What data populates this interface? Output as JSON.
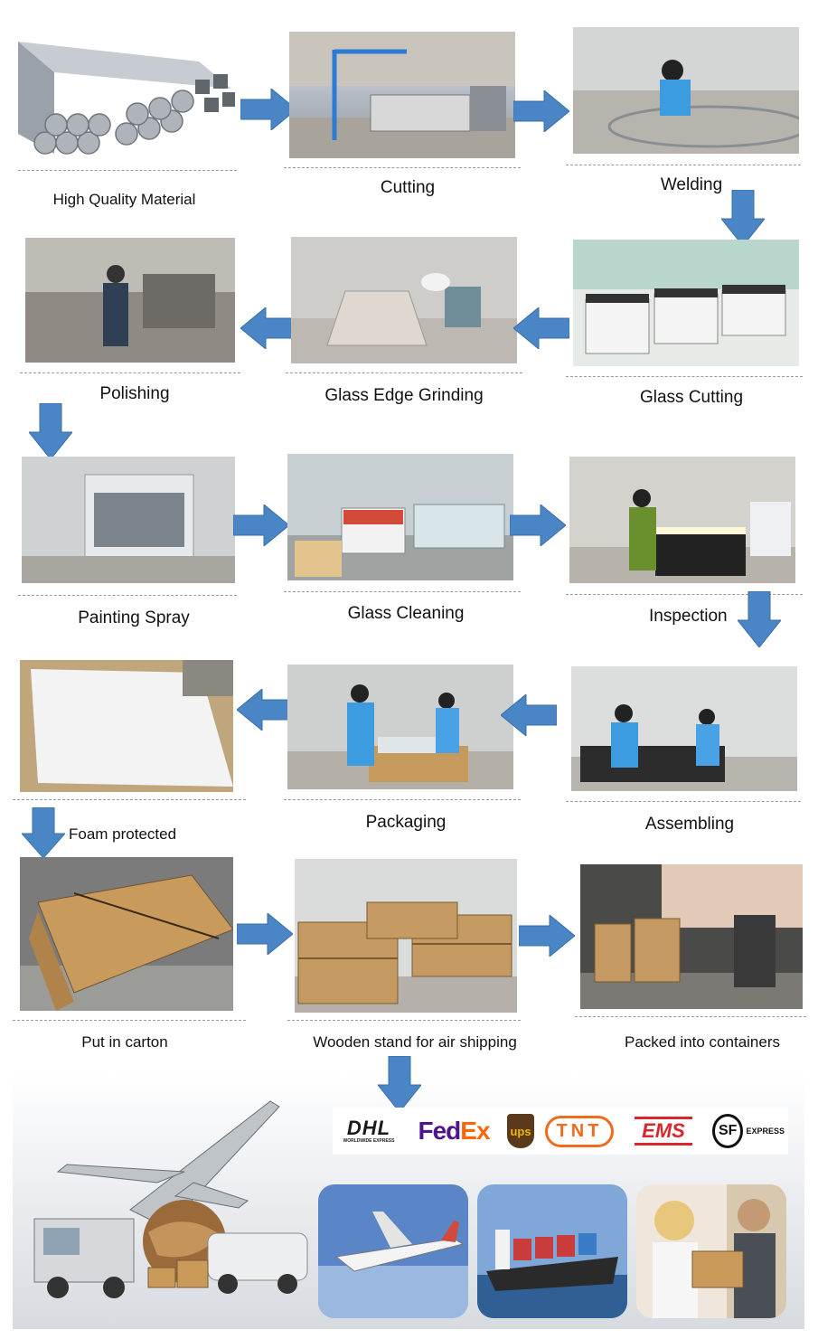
{
  "steps": [
    {
      "key": "material",
      "label": "High Quality Material"
    },
    {
      "key": "cutting",
      "label": "Cutting"
    },
    {
      "key": "welding",
      "label": "Welding"
    },
    {
      "key": "glass-cutting",
      "label": "Glass Cutting"
    },
    {
      "key": "glass-edge-grinding",
      "label": "Glass Edge Grinding"
    },
    {
      "key": "polishing",
      "label": "Polishing"
    },
    {
      "key": "painting-spray",
      "label": "Painting Spray"
    },
    {
      "key": "glass-cleaning",
      "label": "Glass Cleaning"
    },
    {
      "key": "inspection",
      "label": "Inspection"
    },
    {
      "key": "assembling",
      "label": "Assembling"
    },
    {
      "key": "packaging",
      "label": "Packaging"
    },
    {
      "key": "foam-protected",
      "label": "Foam protected"
    },
    {
      "key": "put-in-carton",
      "label": "Put in carton"
    },
    {
      "key": "wooden-stand",
      "label": "Wooden stand for air shipping"
    },
    {
      "key": "containers",
      "label": "Packed into containers"
    }
  ],
  "carriers": {
    "dhl": "DHL",
    "dhl_sub": "WORLDWIDE EXPRESS",
    "fedex_fed": "Fed",
    "fedex_ex": "Ex",
    "ups": "ups",
    "tnt": "TNT",
    "ems": "EMS",
    "sf": "SF",
    "sf_sub": "EXPRESS"
  },
  "colors": {
    "arrow": "#4a86c6",
    "arrow_edge": "#3a6ea5",
    "dhl": "#1a1a1a",
    "fedex_purple": "#4d148c",
    "fedex_orange": "#ff6600",
    "ups_brown": "#5a3a1a",
    "ups_gold": "#f2b705",
    "tnt_orange": "#f26a1b",
    "ems_red": "#d9262c",
    "sf_black": "#111111"
  }
}
